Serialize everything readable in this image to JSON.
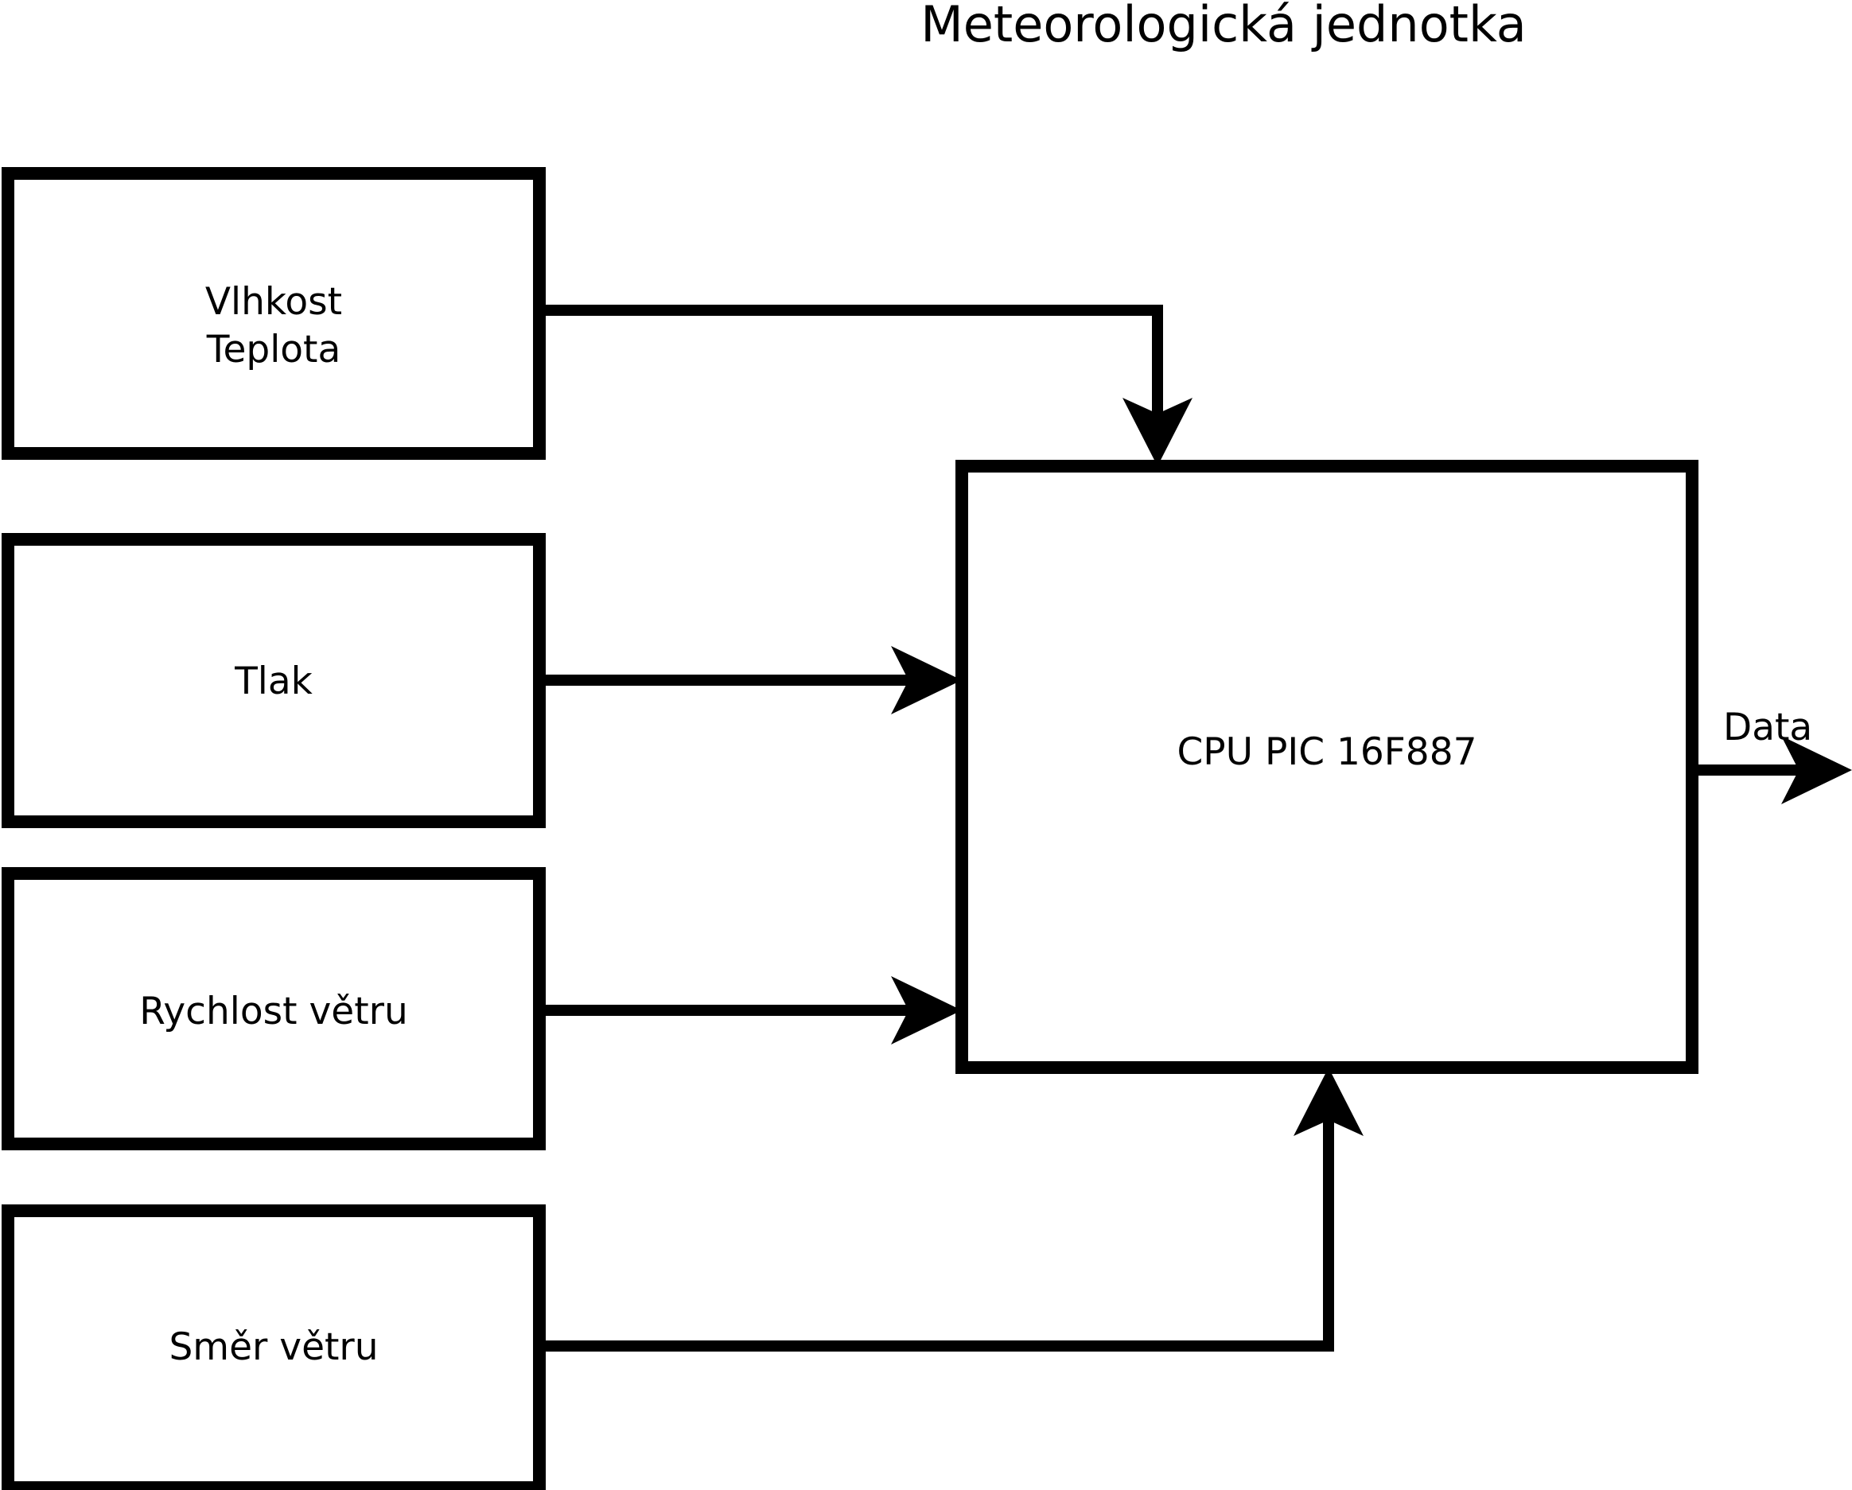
{
  "title": "Meteorologická jednotka",
  "blocks": [
    {
      "id": "humidity-temperature",
      "lines": [
        "Vlhkost",
        "Teplota"
      ],
      "line1": "Vlhkost",
      "line2": "Teplota"
    },
    {
      "id": "pressure",
      "lines": [
        "Tlak"
      ],
      "line1": "Tlak"
    },
    {
      "id": "wind-speed",
      "lines": [
        "Rychlost větru"
      ],
      "line1": "Rychlost větru"
    },
    {
      "id": "wind-direction",
      "lines": [
        "Směr větru"
      ],
      "line1": "Směr větru"
    }
  ],
  "cpu": {
    "label": "CPU PIC 16F887"
  },
  "output": {
    "label": "Data"
  },
  "edges": [
    {
      "from": "humidity-temperature",
      "to": "cpu",
      "label": "",
      "style": "elbow-right-down",
      "arrow": "down"
    },
    {
      "from": "pressure",
      "to": "cpu",
      "label": "",
      "style": "straight-right",
      "arrow": "right"
    },
    {
      "from": "wind-speed",
      "to": "cpu",
      "label": "",
      "style": "straight-right",
      "arrow": "right"
    },
    {
      "from": "wind-direction",
      "to": "cpu",
      "label": "",
      "style": "elbow-right-up",
      "arrow": "up"
    },
    {
      "from": "cpu",
      "to": "output",
      "label": "Data",
      "style": "straight-right",
      "arrow": "right"
    }
  ],
  "colors": {
    "background": "#ffffff",
    "stroke": "#000000",
    "text": "#000000"
  }
}
